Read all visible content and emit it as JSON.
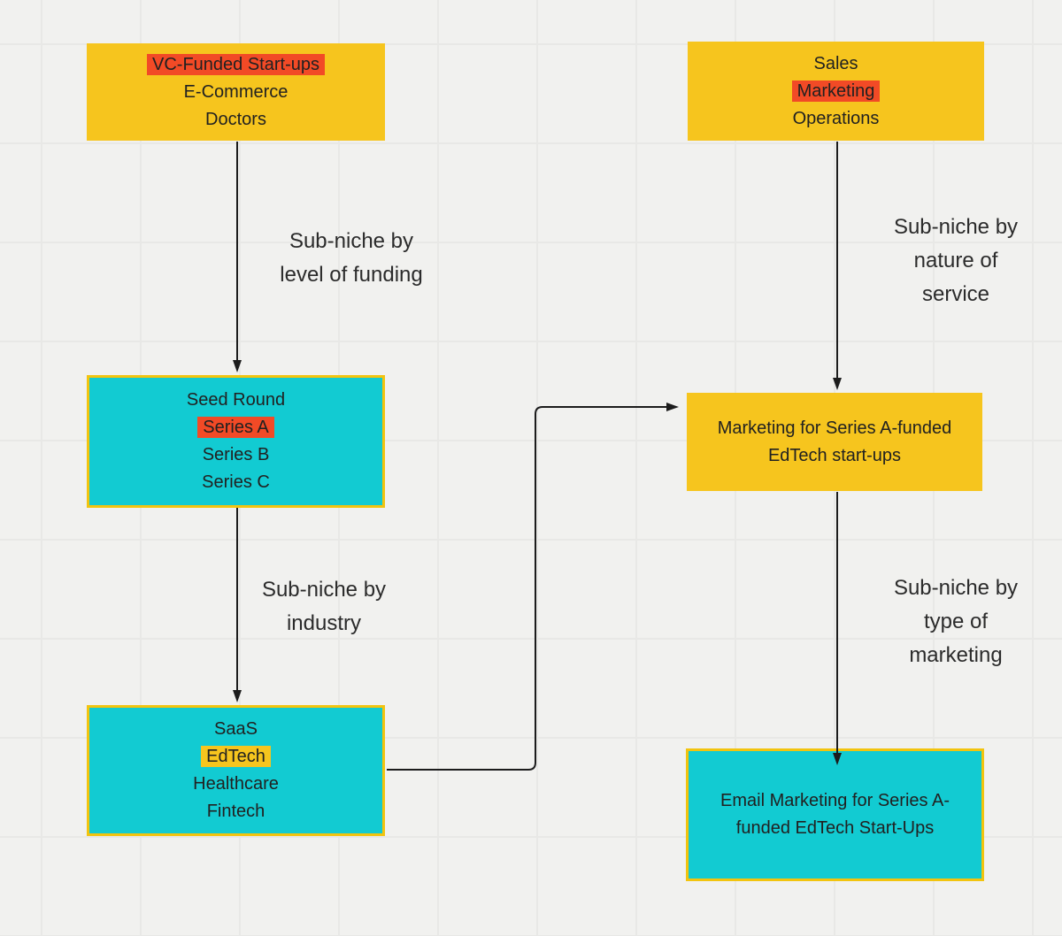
{
  "diagram": {
    "background_color": "#f1f1ef",
    "grid_color": "#e8e8e6",
    "colors": {
      "node_yellow": "#f6c51e",
      "node_teal": "#12cbd2",
      "teal_node_border": "#f2c40f",
      "highlight_red": "#f24a26",
      "highlight_yellow": "#f6c51e",
      "text": "#212121",
      "connector": "#1c1c1c"
    },
    "nodes": [
      {
        "id": "niche-candidates",
        "lines": [
          "VC-Funded Start-ups",
          "E-Commerce",
          "Doctors"
        ]
      },
      {
        "id": "service-candidates",
        "lines": [
          "Sales",
          "Marketing",
          "Operations"
        ]
      },
      {
        "id": "funding-levels",
        "lines": [
          "Seed Round",
          "Series A",
          "Series B",
          "Series C"
        ]
      },
      {
        "id": "industries",
        "lines": [
          "SaaS",
          "EdTech",
          "Healthcare",
          "Fintech"
        ]
      },
      {
        "id": "combined-niche",
        "lines": [
          "Marketing for Series A-funded",
          "EdTech start-ups"
        ]
      },
      {
        "id": "final-niche",
        "lines": [
          "Email Marketing for Series A-",
          "funded EdTech Start-Ups"
        ]
      }
    ],
    "edge_labels": [
      {
        "lines": [
          "Sub-niche by",
          "level of funding"
        ]
      },
      {
        "lines": [
          "Sub-niche by",
          "nature of",
          "service"
        ]
      },
      {
        "lines": [
          "Sub-niche by",
          "industry"
        ]
      },
      {
        "lines": [
          "Sub-niche by",
          "type of",
          "marketing"
        ]
      }
    ]
  }
}
